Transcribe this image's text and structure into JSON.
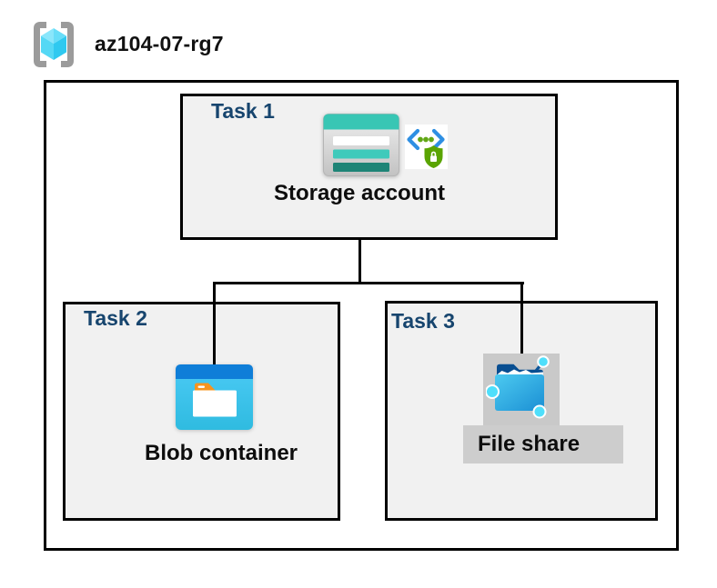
{
  "header": {
    "title": "az104-07-rg7"
  },
  "tasks": [
    {
      "label": "Task 1",
      "resource_label": "Storage account"
    },
    {
      "label": "Task 2",
      "resource_label": "Blob container"
    },
    {
      "label": "Task 3",
      "resource_label": "File share"
    }
  ],
  "icons": {
    "resource_group": "resource-group-icon",
    "storage_account": "storage-account-icon",
    "secure_access": "secure-access-icon",
    "blob_container": "blob-container-icon",
    "file_share": "file-share-icon"
  },
  "colors": {
    "task_label_navy": "#17456e",
    "storage_teal": "#38c6b4",
    "storage_teal_dark": "#1e8476",
    "blob_header_blue": "#0f7ed8",
    "blob_body_cyan": "#3cc2ea",
    "folder_tab_orange": "#f7941e",
    "file_share_node_cyan": "#4fdffb",
    "file_share_navy": "#0b5699",
    "shield_green": "#5aa402",
    "chevron_blue": "#2e8fe3",
    "cube_cyan": "#55d8f5",
    "bracket_gray": "#9b9b9b",
    "task_box_fill": "#f1f1f1",
    "icon_bg_gray": "#c9c9c9",
    "label_band_gray": "#cdcdcd",
    "border_black": "#000000"
  }
}
